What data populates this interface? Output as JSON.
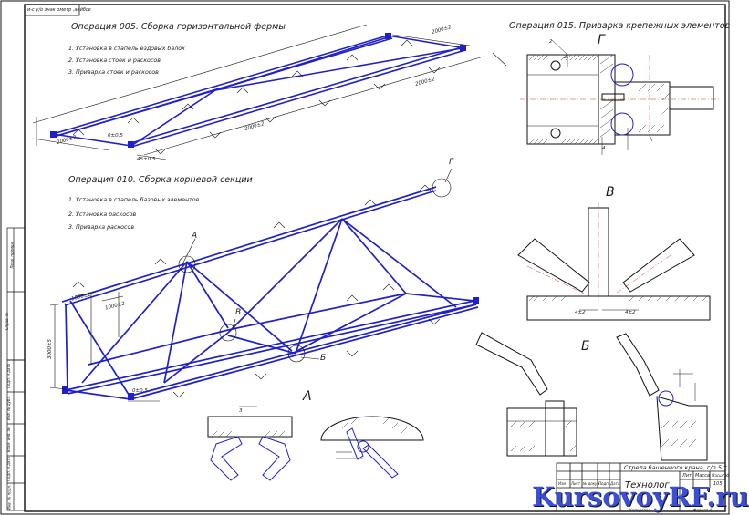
{
  "stamp_top": "и-с у/о знак ометр ,аейбсе",
  "operations": [
    {
      "title": "Операция 005. Сборка горизонтальной фермы",
      "steps": [
        "1. Установка в стапель ездовых балок",
        "2. Установка стоек и раскосов",
        "3. Приварка стоек и раскосов"
      ]
    },
    {
      "title": "Операция 010. Сборка корневой секции",
      "steps": [
        "1. Установка в стапель базовых элементов",
        "2. Установка  раскосов",
        "3. Приварка раскосов"
      ]
    },
    {
      "title": "Операция 015. Приварка крепежных элементов",
      "steps": []
    }
  ],
  "dimensions": {
    "truss1_top": "2000±2",
    "truss1_right": "2000±2",
    "truss1_mid": "2000±2",
    "truss1_left": "2000±2",
    "truss1_diag": "0±0,5",
    "truss1_bottom": "45±0,5",
    "truss2_top1": "1000±2",
    "truss2_top2": "1000±2",
    "truss2_height": "3000±5",
    "truss2_diag": "0±0,5",
    "weld_b1": "4±2",
    "weld_b2": "4±2",
    "weld_g1": "2",
    "weld_g2": "2",
    "weld_k": "4",
    "weld_a": "3"
  },
  "view_labels": {
    "A": "А",
    "B": "Б",
    "V": "В",
    "G": "Г",
    "detail_A": "А",
    "detail_B": "Б",
    "detail_V": "В",
    "detail_G": "Г"
  },
  "title_block": {
    "name": "Стрела башенного крана, г/п 5 т",
    "subtitle": "Технолог",
    "sheet": "105",
    "cols": [
      "Лит",
      "Масса",
      "Масштаб"
    ],
    "rows": [
      "Изм",
      "Лист",
      "№ докум.",
      "Подп.",
      "Дата"
    ],
    "footer_left": "Копировал",
    "footer_right": "Формат   А1"
  },
  "side_stamp": [
    "Перв. примен.",
    "Справ. №",
    "Подп. и дата",
    "Инв. № дубл.",
    "Взам. инв. №",
    "Подп. и дата",
    "Инв. № подл."
  ],
  "brand": "KursovoyRF.ru",
  "colors": {
    "line": "#2020c8",
    "outline": "#111111",
    "hatch": "#333333",
    "center": "#c0392b",
    "brand": "#3a4fd8"
  }
}
